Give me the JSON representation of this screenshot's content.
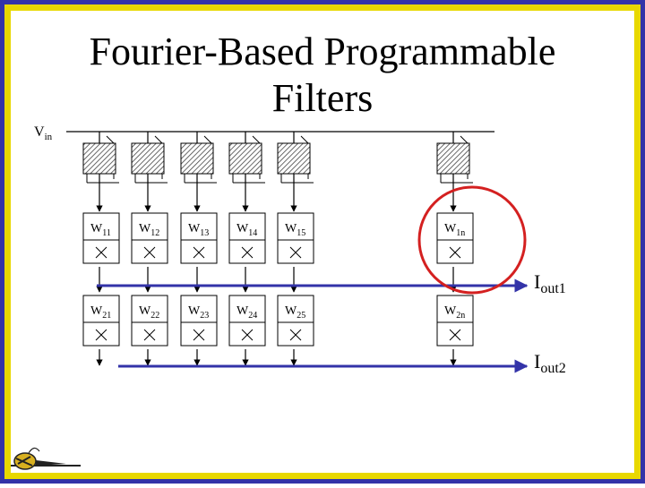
{
  "title": {
    "line1": "Fourier-Based Programmable",
    "line2": "Filters"
  },
  "input_label": {
    "main": "V",
    "sub": "in"
  },
  "weights_row1": [
    {
      "main": "W",
      "sub": "11"
    },
    {
      "main": "W",
      "sub": "12"
    },
    {
      "main": "W",
      "sub": "13"
    },
    {
      "main": "W",
      "sub": "14"
    },
    {
      "main": "W",
      "sub": "15"
    },
    {
      "main": "W",
      "sub": "1n"
    }
  ],
  "weights_row2": [
    {
      "main": "W",
      "sub": "21"
    },
    {
      "main": "W",
      "sub": "22"
    },
    {
      "main": "W",
      "sub": "23"
    },
    {
      "main": "W",
      "sub": "24"
    },
    {
      "main": "W",
      "sub": "25"
    },
    {
      "main": "W",
      "sub": "2n"
    }
  ],
  "outputs": [
    {
      "main": "I",
      "sub": "out1"
    },
    {
      "main": "I",
      "sub": "out2"
    }
  ],
  "colors": {
    "outer_border": "#3333a8",
    "inner_border": "#e8d800",
    "output_bus": "#3333a8",
    "highlight_circle": "#d42020",
    "hatch": "#444444"
  },
  "icons": {
    "logo": "hornet-mascot-logo"
  }
}
